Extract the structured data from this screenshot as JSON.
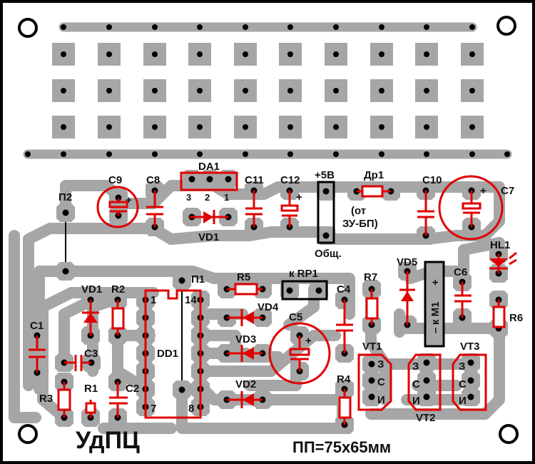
{
  "board": {
    "title": "УдПЦ",
    "size_label": "ПП=75х65мм",
    "colors": {
      "copper": "#a6a6a6",
      "silkscreen": "#e00000",
      "outline": "#000000",
      "background": "#ffffff"
    }
  },
  "labels": {
    "C9": "C9",
    "C8": "C8",
    "DA1": "DA1",
    "DA1_pin3": "3",
    "DA1_pin2": "2",
    "DA1_pin1": "1",
    "VD1_top": "VD1",
    "C11": "C11",
    "C12": "C12",
    "plus5v": "+5В",
    "Dr1": "Др1",
    "from_line1": "(от",
    "from_line2": "ЗУ-БП)",
    "common": "Общ.",
    "C10": "C10",
    "C7": "C7",
    "P2": "П2",
    "P1": "П1",
    "HL1": "HL1",
    "VD5": "VD5",
    "C6": "C6",
    "R6": "R6",
    "M1": "к М1",
    "M1_plus": "+",
    "M1_minus": "–",
    "VD1": "VD1",
    "R2": "R2",
    "C1": "C1",
    "C3": "C3",
    "R3": "R3",
    "R1": "R1",
    "C2": "C2",
    "DD1": "DD1",
    "DD1_pin1": "1",
    "DD1_pin14": "14",
    "DD1_pin7": "7",
    "DD1_pin8": "8",
    "R5": "R5",
    "RP1": "к RP1",
    "VD4": "VD4",
    "VD3": "VD3",
    "VD2": "VD2",
    "C5": "C5",
    "C4": "C4",
    "R7": "R7",
    "R4": "R4",
    "VT1": "VT1",
    "VT2": "VT2",
    "VT3": "VT3",
    "pin_gate": "З",
    "pin_drain": "С",
    "pin_source": "И",
    "plus": "+"
  },
  "icons": {
    "mounting_hole": "mounting-hole-icon",
    "led": "led-icon"
  }
}
